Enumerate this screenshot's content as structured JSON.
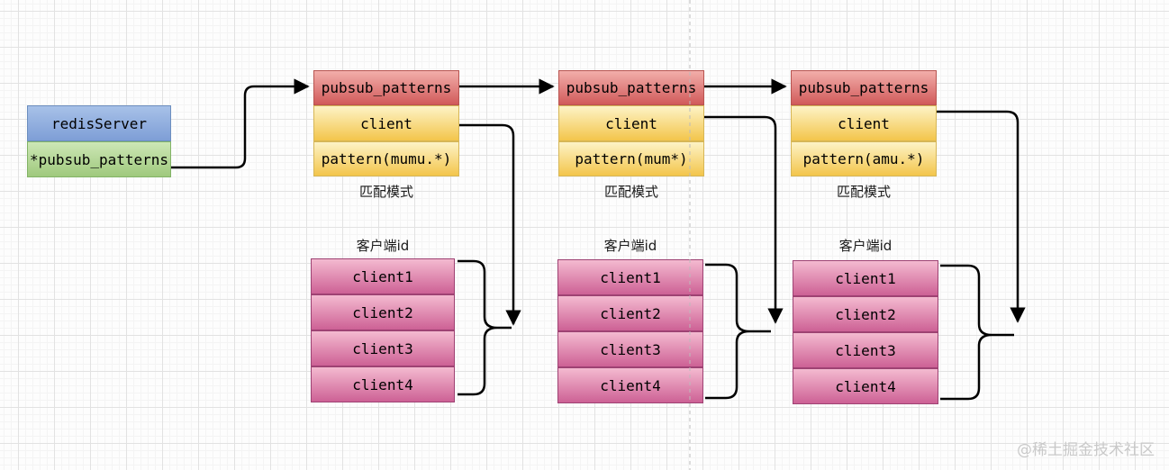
{
  "root": {
    "title": "redisServer",
    "pointer": "*pubsub_patterns"
  },
  "nodes": [
    {
      "title": "pubsub_patterns",
      "client_label": "client",
      "pattern_label": "pattern(mumu.*)",
      "caption": "匹配模式"
    },
    {
      "title": "pubsub_patterns",
      "client_label": "client",
      "pattern_label": "pattern(mum*)",
      "caption": "匹配模式"
    },
    {
      "title": "pubsub_patterns",
      "client_label": "client",
      "pattern_label": "pattern(amu.*)",
      "caption": "匹配模式"
    }
  ],
  "stacks": [
    {
      "label": "客户端id",
      "clients": [
        "client1",
        "client2",
        "client3",
        "client4"
      ]
    },
    {
      "label": "客户端id",
      "clients": [
        "client1",
        "client2",
        "client3",
        "client4"
      ]
    },
    {
      "label": "客户端id",
      "clients": [
        "client1",
        "client2",
        "client3",
        "client4"
      ]
    }
  ],
  "watermark": "@稀土掘金技术社区",
  "colors": {
    "node_header_fill_top": "#f2aeaa",
    "node_header_fill_bottom": "#d15a5a",
    "node_header_stroke": "#b85450",
    "node_row_fill_top": "#fdf3c6",
    "node_row_fill_bottom": "#f3c54b",
    "node_row_stroke": "#d6b656",
    "client_fill_top": "#f4bad0",
    "client_fill_bottom": "#cd6195",
    "client_stroke": "#9e4273",
    "server_fill_top": "#a7c1e8",
    "server_fill_bottom": "#7e9ed6",
    "server_stroke": "#6c8ebf",
    "pointer_fill_top": "#cde7b6",
    "pointer_fill_bottom": "#9fc97d",
    "pointer_stroke": "#82b366",
    "connector": "#000000",
    "grid_major": "#e2e2e2",
    "page_divider": "#bbbbbb"
  }
}
